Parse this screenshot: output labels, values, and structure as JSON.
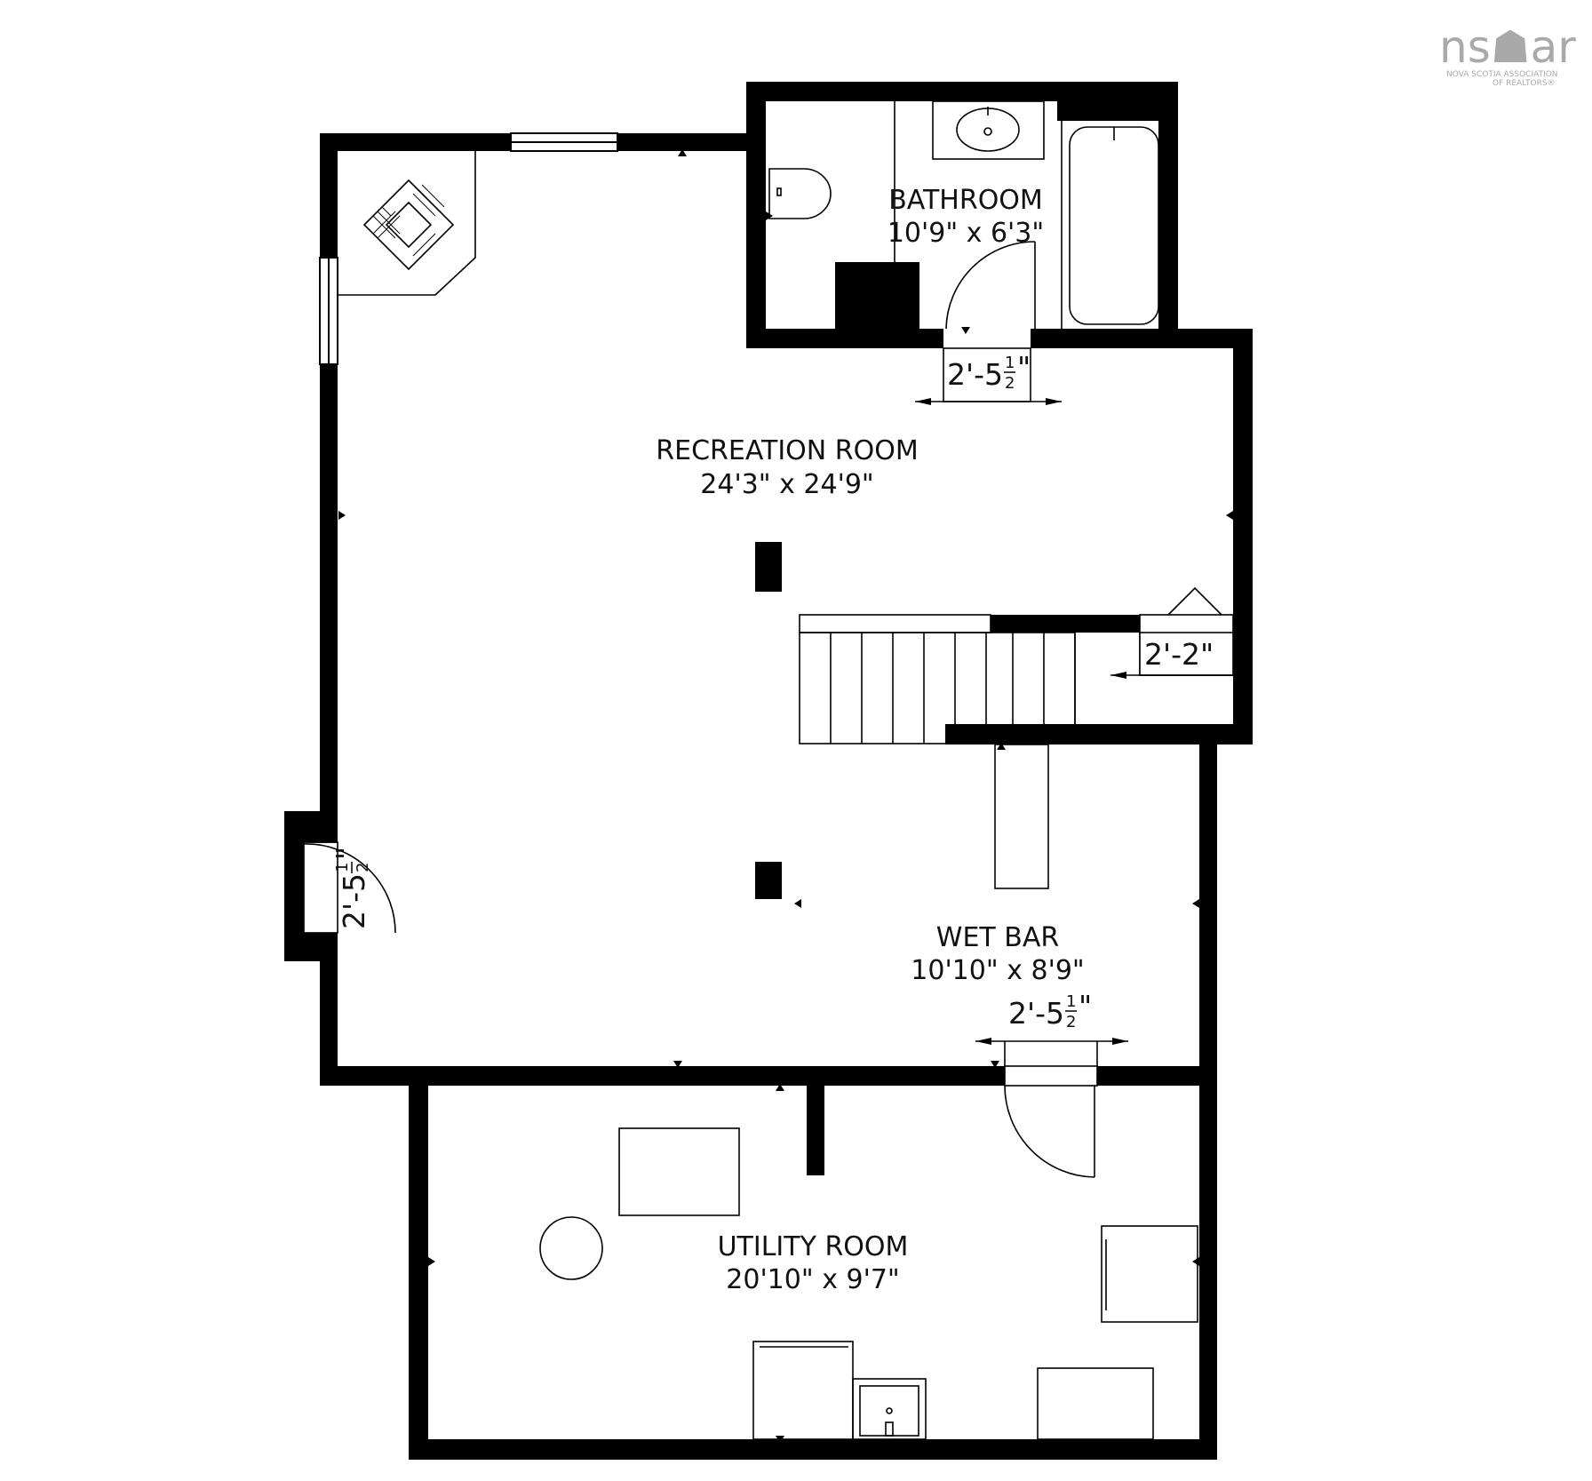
{
  "logo": {
    "text": "ns☗ar",
    "line1": "NOVA SCOTIA ASSOCIATION",
    "line2": "OF REALTORS®"
  },
  "rooms": {
    "bathroom": {
      "name": "BATHROOM",
      "size": "10'9\" x 6'3\""
    },
    "recreation": {
      "name": "RECREATION ROOM",
      "size": "24'3\" x 24'9\""
    },
    "wetbar": {
      "name": "WET BAR",
      "size": "10'10\" x 8'9\""
    },
    "utility": {
      "name": "UTILITY ROOM",
      "size": "20'10\" x 9'7\""
    }
  },
  "dimensions": {
    "bath_door": {
      "whole": "2'-5",
      "num": "1",
      "den": "2",
      "inch": "\""
    },
    "stair_door": {
      "whole": "2'-2\""
    },
    "left_door": {
      "whole": "2'-5",
      "num": "1",
      "den": "2",
      "inch": "\""
    },
    "utility_door": {
      "whole": "2'-5",
      "num": "1",
      "den": "2",
      "inch": "\""
    }
  }
}
